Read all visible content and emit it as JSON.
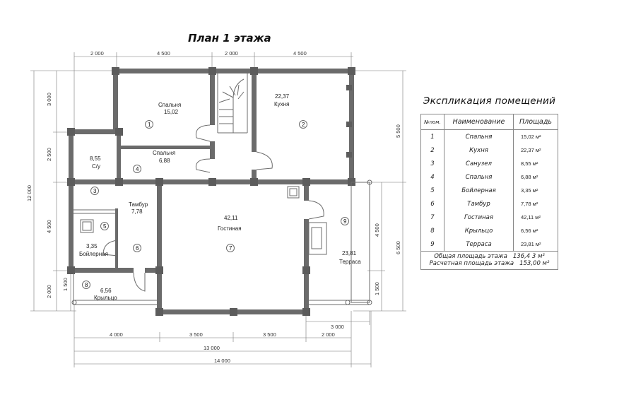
{
  "title": "План 1 этажа",
  "top_dims": [
    "2 000",
    "4 500",
    "2 000",
    "4 500"
  ],
  "left_dims": [
    "3 000",
    "2 500",
    "4 500",
    "2 000"
  ],
  "left_total": "12 000",
  "small_dim_left": "1 500",
  "right_dims": [
    "5 500",
    "4 500",
    "6 500",
    "1 500"
  ],
  "bottom_dims": [
    "4 000",
    "3 500",
    "3 500",
    "2 000"
  ],
  "bottom_right_dim": "3 000",
  "total_13": "13 000",
  "total_14": "14 000",
  "rooms": [
    {
      "num": "1",
      "name": "Спальня",
      "area": "15,02"
    },
    {
      "num": "2",
      "name": "Кухня",
      "area": "22,37"
    },
    {
      "num": "3",
      "name": "С/у",
      "area": "8,55"
    },
    {
      "num": "4",
      "name": "Спальня",
      "area": "6,88"
    },
    {
      "num": "5",
      "name": "",
      "area": ""
    },
    {
      "num": "6",
      "name": "Тамбур",
      "area": "7,78"
    },
    {
      "num": "7",
      "name": "Гостиная",
      "area": "42,11"
    },
    {
      "num": "8",
      "name": "Крыльцо",
      "area": "6,56"
    },
    {
      "num": "9",
      "name": "Терраса",
      "area": "23,81"
    },
    {
      "num": "",
      "name": "Бойлерная",
      "area": "3,35"
    }
  ],
  "legend": {
    "title": "Экспликация помещений",
    "headers": [
      "№пом.",
      "Наименование",
      "Площадь"
    ],
    "rows": [
      {
        "num": "1",
        "name": "Спальня",
        "area": "15,02 м²"
      },
      {
        "num": "2",
        "name": "Кухня",
        "area": "22,37 м²"
      },
      {
        "num": "3",
        "name": "Санузел",
        "area": "8,55 м²"
      },
      {
        "num": "4",
        "name": "Спальня",
        "area": "6,88 м²"
      },
      {
        "num": "5",
        "name": "Бойлерная",
        "area": "3,35 м²"
      },
      {
        "num": "6",
        "name": "Тамбур",
        "area": "7,78 м²"
      },
      {
        "num": "7",
        "name": "Гостиная",
        "area": "42,11 м²"
      },
      {
        "num": "8",
        "name": "Крыльцо",
        "area": "6,56 м²"
      },
      {
        "num": "9",
        "name": "Терраса",
        "area": "23,81 м²"
      }
    ],
    "total_label": "Общая площадь этажа",
    "total_value": "136,4 3 м²",
    "calc_label": "Расчетная площадь этажа",
    "calc_value": "153,00 м²"
  }
}
